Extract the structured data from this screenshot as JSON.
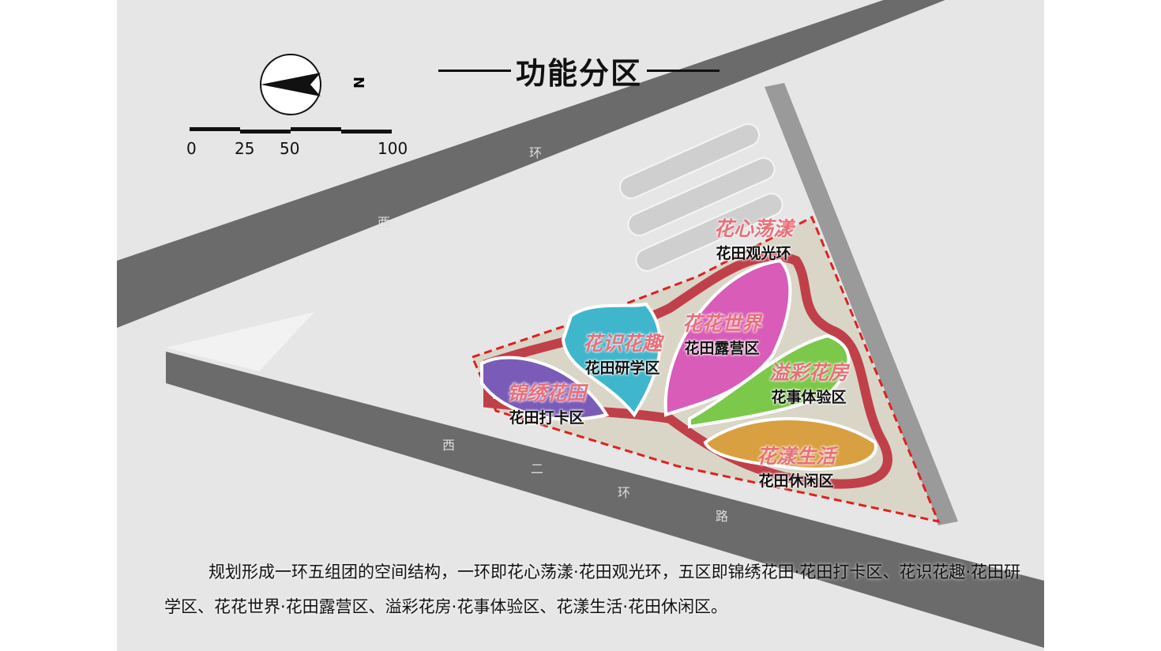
{
  "title": "功能分区",
  "north_label": "N",
  "scale": {
    "labels": [
      "0",
      "25",
      "50",
      "100"
    ]
  },
  "roads": [
    "西",
    "环",
    "西",
    "二",
    "环",
    "路"
  ],
  "zones": [
    {
      "poem": "花心荡漾",
      "name": "花田观光环",
      "color": "#c0404a"
    },
    {
      "poem": "花花世界",
      "name": "花田露营区",
      "color": "#d85cb8"
    },
    {
      "poem": "花识花趣",
      "name": "花田研学区",
      "color": "#3fb6cc"
    },
    {
      "poem": "锦绣花田",
      "name": "花田打卡区",
      "color": "#7a5cb8"
    },
    {
      "poem": "溢彩花房",
      "name": "花事体验区",
      "color": "#7cc84a"
    },
    {
      "poem": "花漾生活",
      "name": "花田休闲区",
      "color": "#d8a040"
    }
  ],
  "description": "规划形成一环五组团的空间结构，一环即花心荡漾·花田观光环，五区即锦绣花田·花田打卡区、花识花趣·花田研学区、花花世界·花田露营区、溢彩花房·花事体验区、花漾生活·花田休闲区。"
}
